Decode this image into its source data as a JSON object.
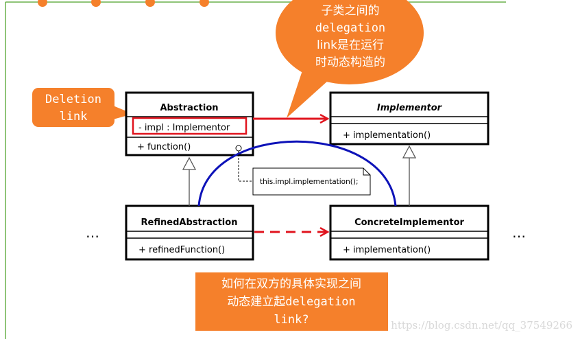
{
  "classes": {
    "abstraction": {
      "name": "Abstraction",
      "attribute": "- impl : Implementor",
      "method": "+ function()"
    },
    "implementor": {
      "name": "Implementor",
      "method": "+ implementation()"
    },
    "refined": {
      "name": "RefinedAbstraction",
      "method": "+ refinedFunction()"
    },
    "concrete": {
      "name": "ConcreteImplementor",
      "method": "+ implementation()"
    }
  },
  "note": {
    "text": "this.impl.implementation();"
  },
  "callouts": {
    "deletion": {
      "line1": "Deletion",
      "line2": "link"
    },
    "top": {
      "line1": "子类之间的",
      "line2": "delegation",
      "line3": "link是在运行",
      "line4": "时动态构造的"
    },
    "bottom": {
      "line1": "如何在双方的具体实现之间",
      "line2": "动态建立起delegation",
      "line3": "link?"
    }
  },
  "ellipsis": {
    "left": "…",
    "right": "…"
  },
  "watermark": "https://blog.csdn.net/qq_37549266",
  "colors": {
    "callout": "#f5802b",
    "link_arrow": "#e0141e",
    "arc": "#0d12b8",
    "frame": "#6ab04c"
  }
}
